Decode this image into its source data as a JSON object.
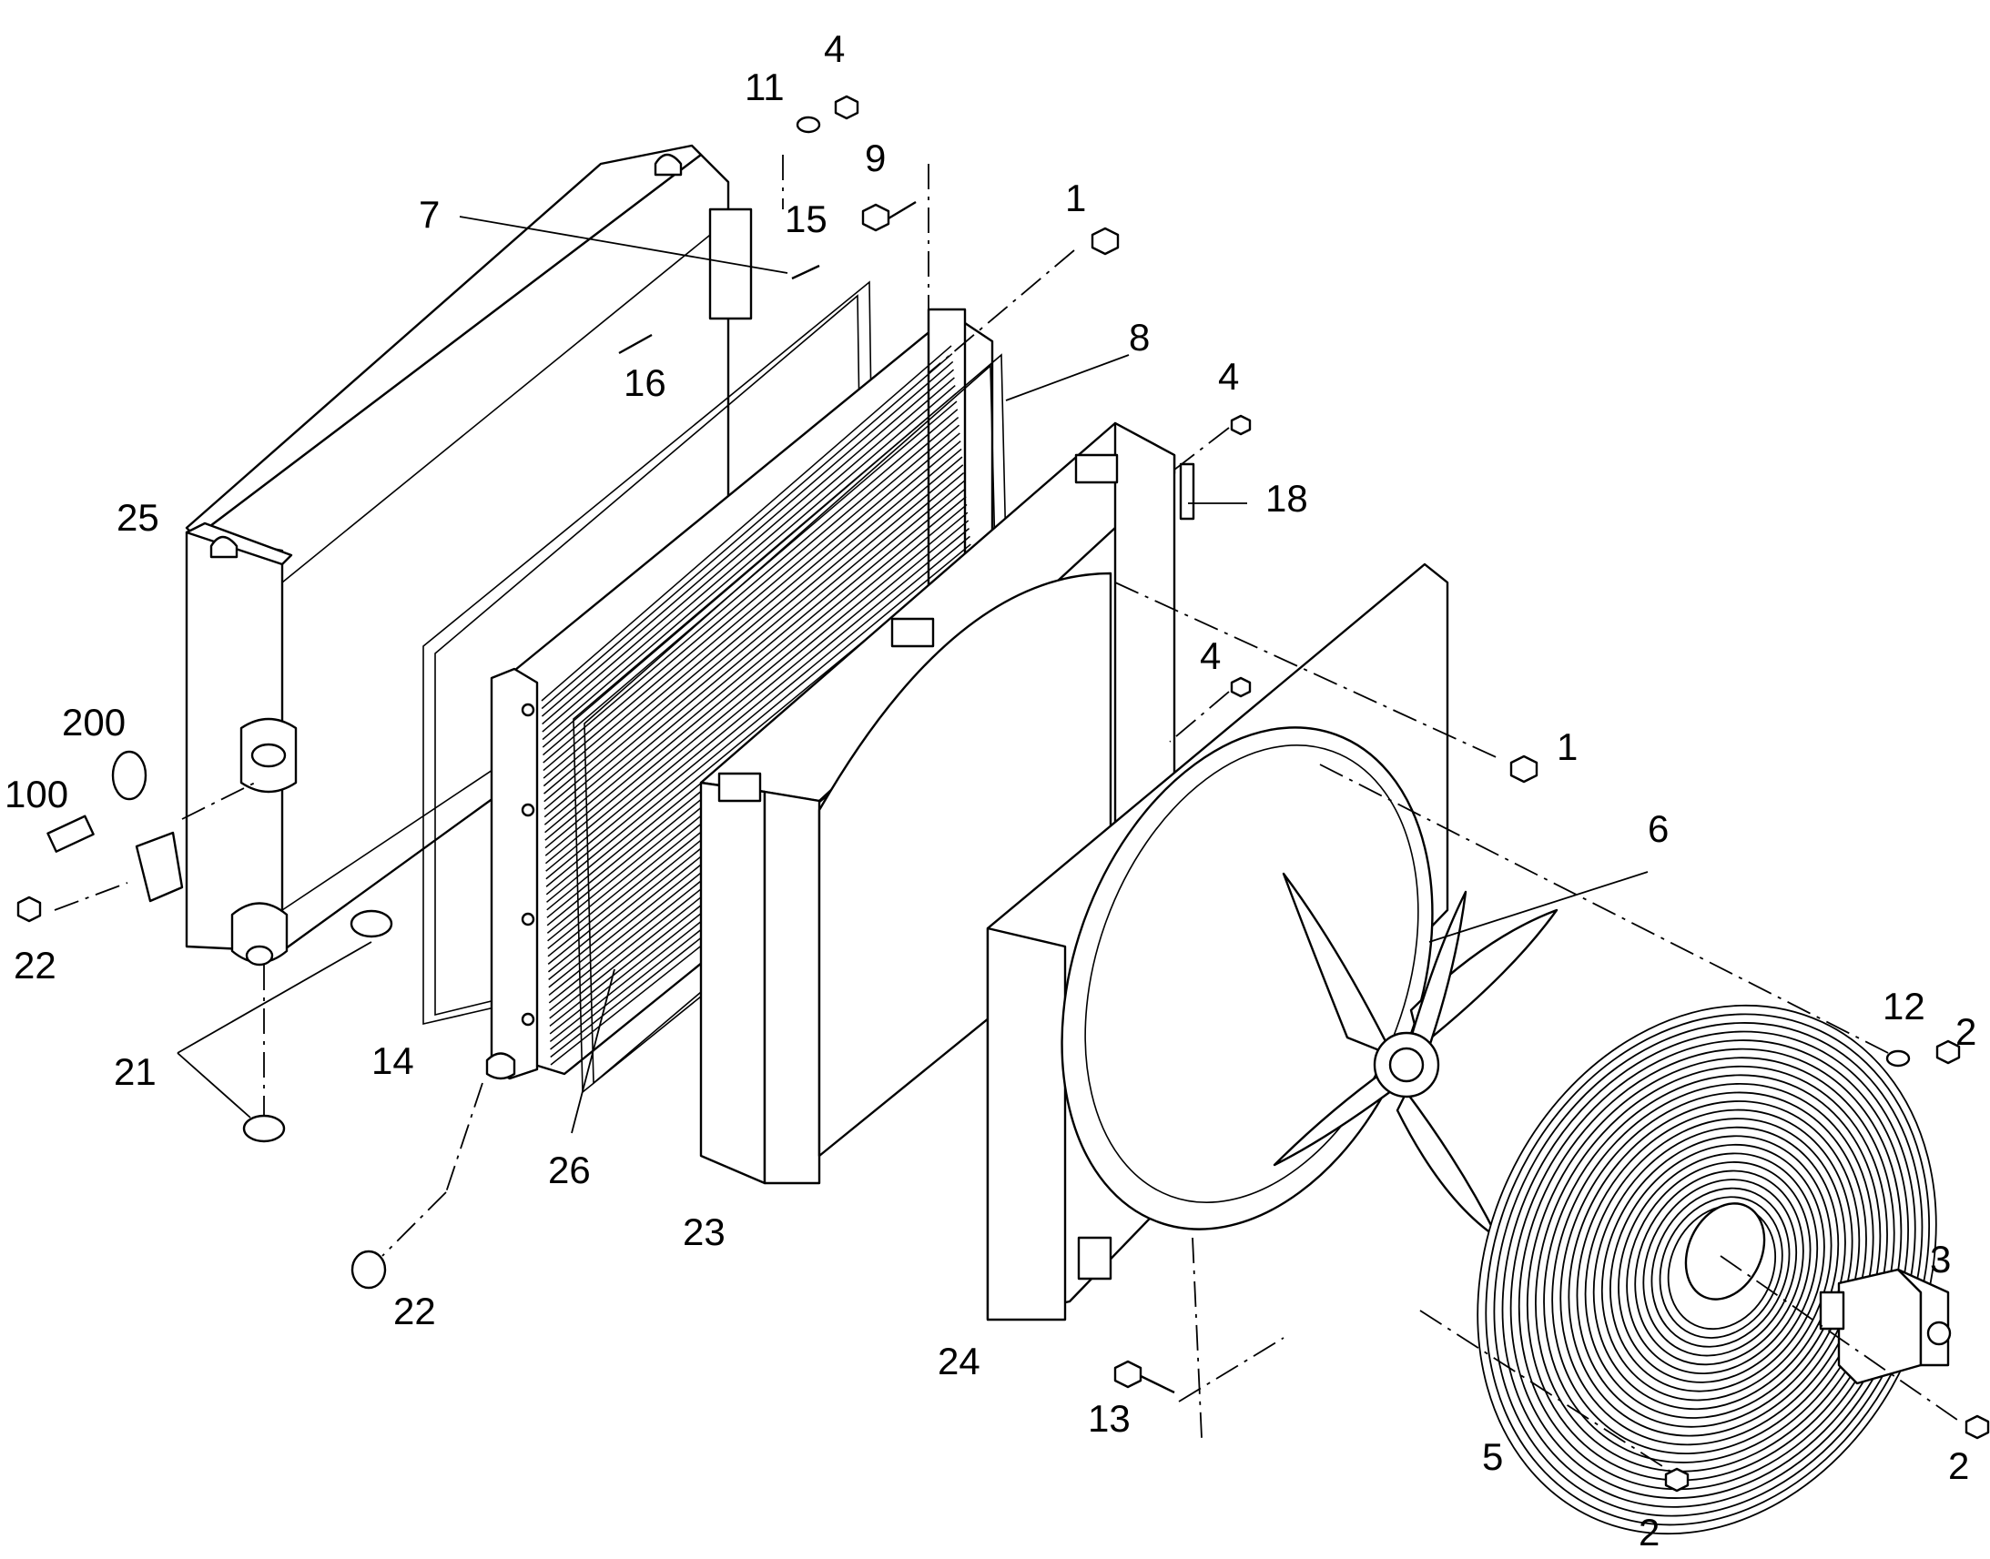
{
  "callouts": [
    {
      "id": "c4a",
      "text": "4"
    },
    {
      "id": "c11",
      "text": "11"
    },
    {
      "id": "c9",
      "text": "9"
    },
    {
      "id": "c1a",
      "text": "1"
    },
    {
      "id": "c7",
      "text": "7"
    },
    {
      "id": "c15",
      "text": "15"
    },
    {
      "id": "c16",
      "text": "16"
    },
    {
      "id": "c8",
      "text": "8"
    },
    {
      "id": "c4b",
      "text": "4"
    },
    {
      "id": "c18",
      "text": "18"
    },
    {
      "id": "c25",
      "text": "25"
    },
    {
      "id": "c4c",
      "text": "4"
    },
    {
      "id": "c200",
      "text": "200"
    },
    {
      "id": "c1b",
      "text": "1"
    },
    {
      "id": "c6",
      "text": "6"
    },
    {
      "id": "c100",
      "text": "100"
    },
    {
      "id": "c22a",
      "text": "22"
    },
    {
      "id": "c12",
      "text": "12"
    },
    {
      "id": "c2a",
      "text": "2"
    },
    {
      "id": "c21",
      "text": "21"
    },
    {
      "id": "c14",
      "text": "14"
    },
    {
      "id": "c26",
      "text": "26"
    },
    {
      "id": "c23",
      "text": "23"
    },
    {
      "id": "c3",
      "text": "3"
    },
    {
      "id": "c22b",
      "text": "22"
    },
    {
      "id": "c24",
      "text": "24"
    },
    {
      "id": "c13",
      "text": "13"
    },
    {
      "id": "c5",
      "text": "5"
    },
    {
      "id": "c2b",
      "text": "2"
    },
    {
      "id": "c2c",
      "text": "2"
    }
  ]
}
